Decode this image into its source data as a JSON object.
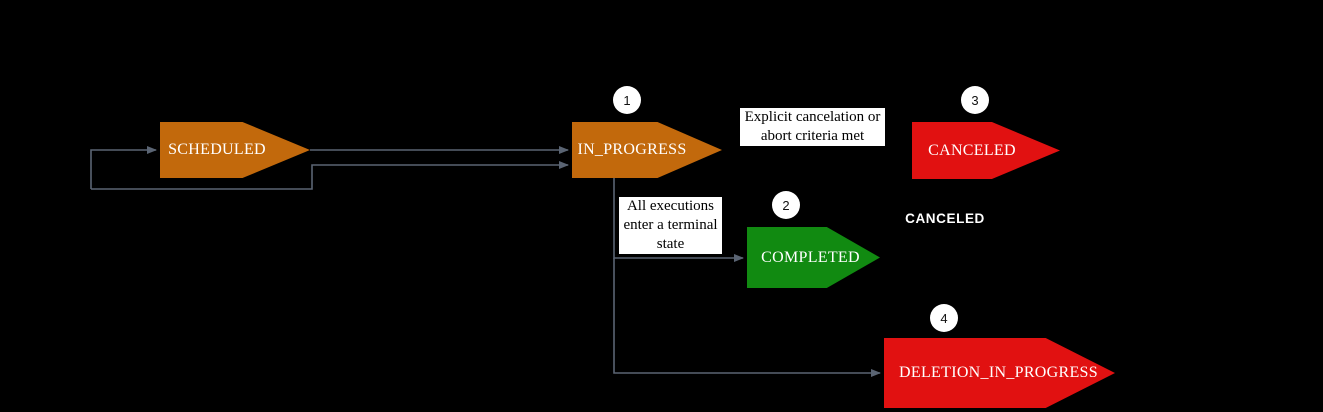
{
  "background": "#000000",
  "palette": {
    "state_orange": "#C2690C",
    "state_red": "#E11111",
    "state_green": "#118A11",
    "connector_gray": "#5A6473",
    "label_box_bg": "#FFFFFF",
    "label_box_text": "#000000",
    "state_text": "#FFFFFF"
  },
  "states": [
    {
      "label": "SCHEDULED",
      "color": "#C2690C",
      "step": ""
    },
    {
      "label": "IN_PROGRESS",
      "color": "#C2690C",
      "step": "1"
    },
    {
      "label": "CANCELED",
      "color": "#E11111",
      "step": "3"
    },
    {
      "label": "COMPLETED",
      "color": "#118A11",
      "step": "2"
    },
    {
      "label": "DELETION_IN_PROGRESS",
      "color": "#E11111",
      "step": "4"
    }
  ],
  "edge_labels": {
    "cancelation": {
      "lines": [
        "Explicit cancelation or",
        "abort criteria met"
      ]
    },
    "completion": {
      "lines": [
        "All executions",
        "enter a terminal",
        "state"
      ]
    }
  },
  "floating_label": "CANCELED"
}
